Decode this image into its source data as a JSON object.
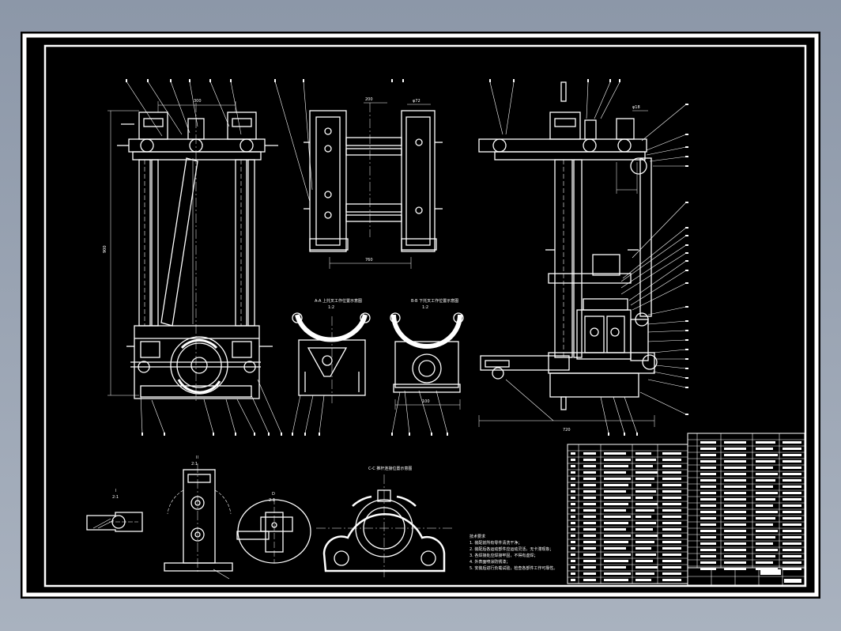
{
  "drawing": {
    "background": "#000000",
    "line_color": "#ffffff",
    "page_color": "#a4aebb"
  },
  "views": {
    "section_a_title": "A-A 上托叉工作位置示意图",
    "section_a_scale": "1:2",
    "section_b_title": "B-B 下托叉工作位置示意图",
    "section_b_scale": "1:2",
    "bearing_view_title": "C-C 推杆连接位置示意图",
    "detail_i": "I",
    "detail_i_scale": "2:1",
    "detail_ii": "II",
    "detail_ii_scale": "2:1",
    "detail_d": "D",
    "detail_d_scale": "2:1"
  },
  "notes": {
    "heading": "技术要求",
    "lines": [
      "1. 装配前所有零件清洗干净；",
      "2. 装配后各运动部件应运动灵活，无卡滞现象；",
      "3. 各焊接处应焊接牢固，不得有虚焊；",
      "4. 外表面喷涂防锈漆；",
      "5. 安装后进行负载试验，检查各部件工作可靠性。"
    ]
  }
}
